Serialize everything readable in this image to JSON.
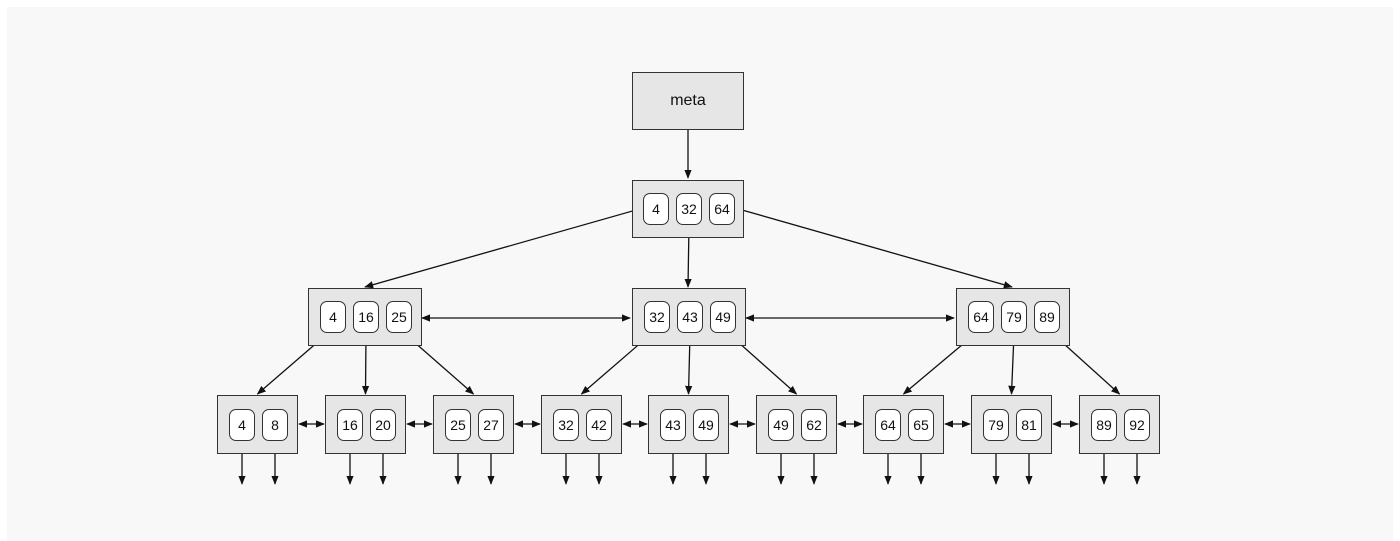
{
  "meta": {
    "label": "meta"
  },
  "root": {
    "keys": [
      "4",
      "32",
      "64"
    ]
  },
  "internal_nodes": [
    {
      "keys": [
        "4",
        "16",
        "25"
      ]
    },
    {
      "keys": [
        "32",
        "43",
        "49"
      ]
    },
    {
      "keys": [
        "64",
        "79",
        "89"
      ]
    }
  ],
  "leaf_nodes": [
    {
      "keys": [
        "4",
        "8"
      ]
    },
    {
      "keys": [
        "16",
        "20"
      ]
    },
    {
      "keys": [
        "25",
        "27"
      ]
    },
    {
      "keys": [
        "32",
        "42"
      ]
    },
    {
      "keys": [
        "43",
        "49"
      ]
    },
    {
      "keys": [
        "49",
        "62"
      ]
    },
    {
      "keys": [
        "64",
        "65"
      ]
    },
    {
      "keys": [
        "79",
        "81"
      ]
    },
    {
      "keys": [
        "89",
        "92"
      ]
    }
  ],
  "colors": {
    "node_fill": "#e6e6e6",
    "key_fill": "#ffffff",
    "stroke": "#333333",
    "background": "#f8f8f8"
  }
}
